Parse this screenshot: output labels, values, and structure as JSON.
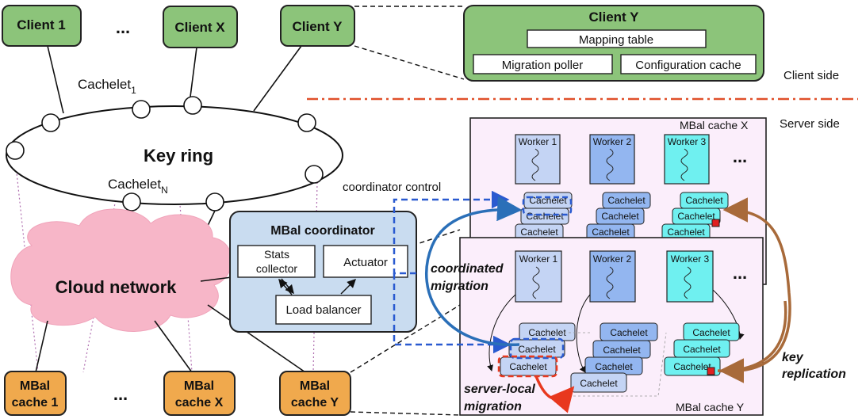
{
  "clients": {
    "client1": "Client 1",
    "clientX": "Client X",
    "clientY": "Client Y",
    "ellipsis": "..."
  },
  "client_detail": {
    "title": "Client Y",
    "mapping_table": "Mapping table",
    "migration_poller": "Migration poller",
    "configuration_cache": "Configuration cache"
  },
  "sides": {
    "client_side": "Client side",
    "server_side": "Server side"
  },
  "ring": {
    "label": "Key ring",
    "cachelet_1": "Cachelet",
    "cachelet_1_sub": "1",
    "cachelet_n": "Cachelet",
    "cachelet_n_sub": "N"
  },
  "cloud": {
    "label": "Cloud network"
  },
  "coordinator": {
    "control_label": "coordinator control",
    "title": "MBal coordinator",
    "stats_line1": "Stats",
    "stats_line2": "collector",
    "actuator": "Actuator",
    "load_balancer": "Load balancer"
  },
  "caches": {
    "cache1_line1": "MBal",
    "cache1_line2": "cache 1",
    "cacheX_line1": "MBal",
    "cacheX_line2": "cache X",
    "cacheY_line1": "MBal",
    "cacheY_line2": "cache Y",
    "ellipsis": "..."
  },
  "server_x": {
    "title": "MBal cache X",
    "worker1": "Worker 1",
    "worker2": "Worker 2",
    "worker3": "Worker 3",
    "ellipsis": "...",
    "cachelet": "Cachelet"
  },
  "server_y": {
    "title": "MBal cache Y",
    "worker1": "Worker 1",
    "worker2": "Worker 2",
    "worker3": "Worker 3",
    "ellipsis": "...",
    "cachelet": "Cachelet"
  },
  "migrations": {
    "coordinated_line1": "coordinated",
    "coordinated_line2": "migration",
    "server_local_line1": "server-local",
    "server_local_line2": "migration",
    "key_line1": "key",
    "key_line2": "replication"
  },
  "colors": {
    "client_green": "#8cc47a",
    "cache_orange": "#f0a94d",
    "coordinator_blue": "#c9dcf0",
    "cloud_pink": "#f7b6c8",
    "server_bg": "#fbeefb",
    "worker1_blue": "#c4d4f4",
    "worker2_blue": "#93b6f0",
    "worker3_cyan": "#6ff0f0",
    "separator_red": "#e0502a",
    "migration_blue": "#2a5ad0",
    "replication_brown": "#a86a3a"
  }
}
